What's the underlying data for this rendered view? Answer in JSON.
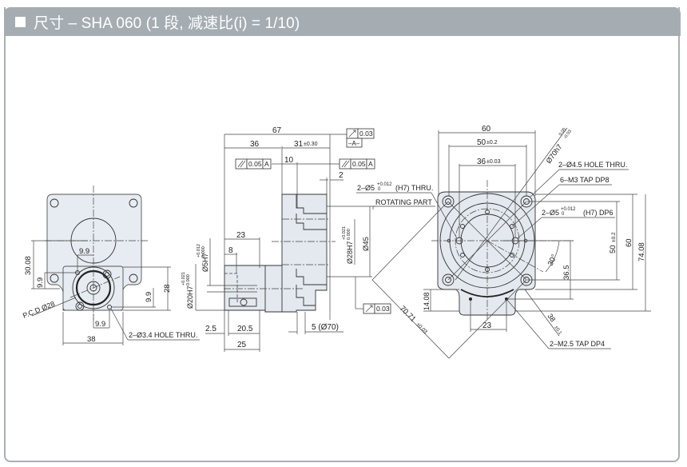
{
  "header": {
    "title": "尺寸 – SHA 060 (1 段, 减速比(i) = 1/10)",
    "bullet_icon": "square-bullet-icon"
  },
  "colors": {
    "header_bg": "#a5adb3",
    "part_fill": "#e3e9ef",
    "line": "#333333"
  },
  "left_view": {
    "dims": {
      "d30_08": "30.08",
      "d9_9_a": "9.9",
      "d9_9_b": "9.9",
      "d9_9_c": "9.9",
      "d9_9_d": "9.9",
      "d28": "28",
      "d38": "38",
      "pcd": "P.C.D Ø28",
      "hole_note": "2–Ø3.4 HOLE THRU."
    }
  },
  "side_view": {
    "dims": {
      "d67": "67",
      "d36": "36",
      "d31": "31",
      "d31_tol": "±0.30",
      "d10": "10",
      "d2": "2",
      "d23": "23",
      "d8": "8",
      "d2_5": "2.5",
      "d20_5": "20.5",
      "d25": "25",
      "d5_70": "5 (Ø70)",
      "d5h7": "Ø5H7",
      "d5h7_tol_up": "+0.012",
      "d5h7_tol_lo": "0.000",
      "d20h7": "Ø20H7",
      "d20h7_tol_up": "+0.021",
      "d20h7_tol_lo": "0.000",
      "d28h7": "Ø28H7",
      "d28h7_tol_up": "+0.021",
      "d28h7_tol_lo": "0.000",
      "d45": "Ø45",
      "rotating_part": "ROTATING PART"
    },
    "gdt": {
      "runout_top": "0.03",
      "datum_a": "–A–",
      "parallel_left": "0.05",
      "parallel_left_ref": "A",
      "parallel_right": "0.05",
      "parallel_right_ref": "A",
      "runout_bottom": "0.03"
    }
  },
  "front_view": {
    "dims": {
      "d60_top": "60",
      "d50": "50",
      "d50_tol": "±0.2",
      "d36": "36",
      "d36_tol": "±0.03",
      "d70h7": "Ø70h7",
      "d70h7_tol_up": "0.00",
      "d70h7_tol_lo": "-0.03",
      "hole45": "2–Ø4.5 HOLE THRU.",
      "m3": "6–M3 TAP DP8",
      "pin_thru": "2–Ø5",
      "pin_thru_tol_up": "+0.012",
      "pin_thru_tol_lo": "0",
      "pin_thru_suffix": "(H7) THRU.",
      "pin_dp6": "2–Ø5",
      "pin_dp6_tol_up": "+0.012",
      "pin_dp6_tol_lo": "0",
      "pin_dp6_suffix": "(H7) DP6",
      "d50_right": "50",
      "d50_right_tol": "±0.2",
      "d60_right": "60",
      "d74_08": "74.08",
      "d30deg": "30°",
      "d36_5": "36.5",
      "d14_08": "14.08",
      "d70_71": "70.71",
      "d70_71_tol": "±0.03",
      "d38": "38",
      "d38_tol": "±0.1",
      "d23": "23",
      "m2_5": "2–M2.5 TAP DP4"
    }
  }
}
